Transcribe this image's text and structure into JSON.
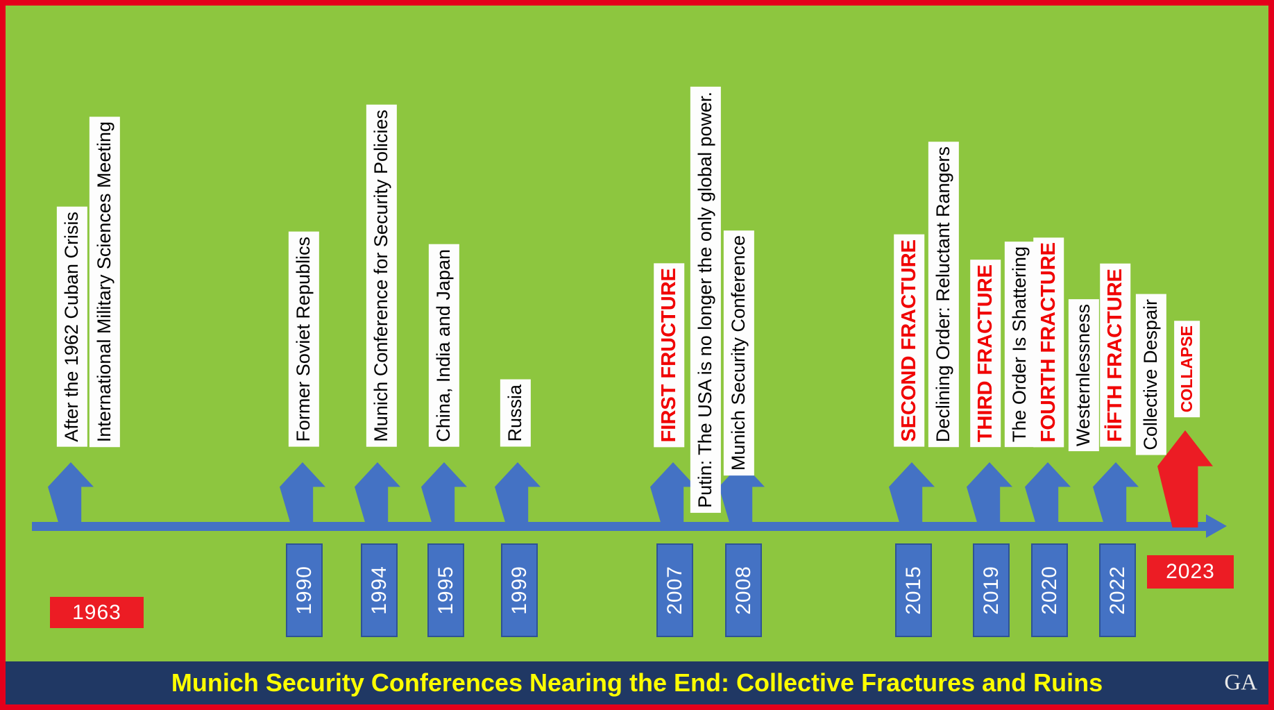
{
  "footer": {
    "title": "Munich Security Conferences Nearing the End: Collective Fractures and Ruins",
    "logo": "GA"
  },
  "colors": {
    "background_green": "#8DC63F",
    "timeline_blue": "#4472C4",
    "accent_red": "#EC1C24",
    "emphasis_text_red": "#F00000",
    "footer_navy": "#203864",
    "footer_title_yellow": "#FFFF00",
    "label_strip_white": "#FDFDFD"
  },
  "timeline": {
    "direction": "left-to-right",
    "start_year": "1963",
    "end_year": "2023"
  },
  "events": [
    {
      "year": "1963",
      "marker": "blue-arrow",
      "labels": [
        {
          "text": "After the 1962 Cuban Crisis",
          "emphasis": false
        },
        {
          "text": "International Military Sciences Meeting",
          "emphasis": false
        }
      ]
    },
    {
      "year": "1990",
      "marker": "blue-arrow",
      "labels": [
        {
          "text": "Former Soviet Republics",
          "emphasis": false
        }
      ]
    },
    {
      "year": "1994",
      "marker": "blue-arrow",
      "labels": [
        {
          "text": "Munich Conference for Security Policies",
          "emphasis": false
        }
      ]
    },
    {
      "year": "1995",
      "marker": "blue-arrow",
      "labels": [
        {
          "text": "China, India and Japan",
          "emphasis": false
        }
      ]
    },
    {
      "year": "1999",
      "marker": "blue-arrow",
      "labels": [
        {
          "text": "Russia",
          "emphasis": false
        }
      ]
    },
    {
      "year": "2007",
      "marker": "blue-arrow",
      "labels": [
        {
          "text": "FIRST FRUCTURE",
          "emphasis": true
        },
        {
          "text": "Putin: The USA is no longer the only global power.",
          "emphasis": false
        }
      ]
    },
    {
      "year": "2008",
      "marker": "blue-arrow",
      "labels": [
        {
          "text": "Munich Security Conference",
          "emphasis": false
        }
      ]
    },
    {
      "year": "2015",
      "marker": "blue-arrow",
      "labels": [
        {
          "text": "SECOND FRACTURE",
          "emphasis": true
        },
        {
          "text": "Declining Order: Reluctant Rangers",
          "emphasis": false
        }
      ]
    },
    {
      "year": "2019",
      "marker": "blue-arrow",
      "labels": [
        {
          "text": "THIRD FRACTURE",
          "emphasis": true
        },
        {
          "text": "The Order Is Shattering",
          "emphasis": false
        }
      ]
    },
    {
      "year": "2020",
      "marker": "blue-arrow",
      "labels": [
        {
          "text": "FOURTH FRACTURE",
          "emphasis": true
        },
        {
          "text": "Westernlessness",
          "emphasis": false
        }
      ]
    },
    {
      "year": "2022",
      "marker": "blue-arrow",
      "labels": [
        {
          "text": "FİFTH FRACTURE",
          "emphasis": true
        },
        {
          "text": "Collective Despair",
          "emphasis": false
        }
      ]
    },
    {
      "year": "2023",
      "marker": "red-arrow",
      "labels": [
        {
          "text": "COLLAPSE",
          "emphasis": true
        }
      ]
    }
  ]
}
